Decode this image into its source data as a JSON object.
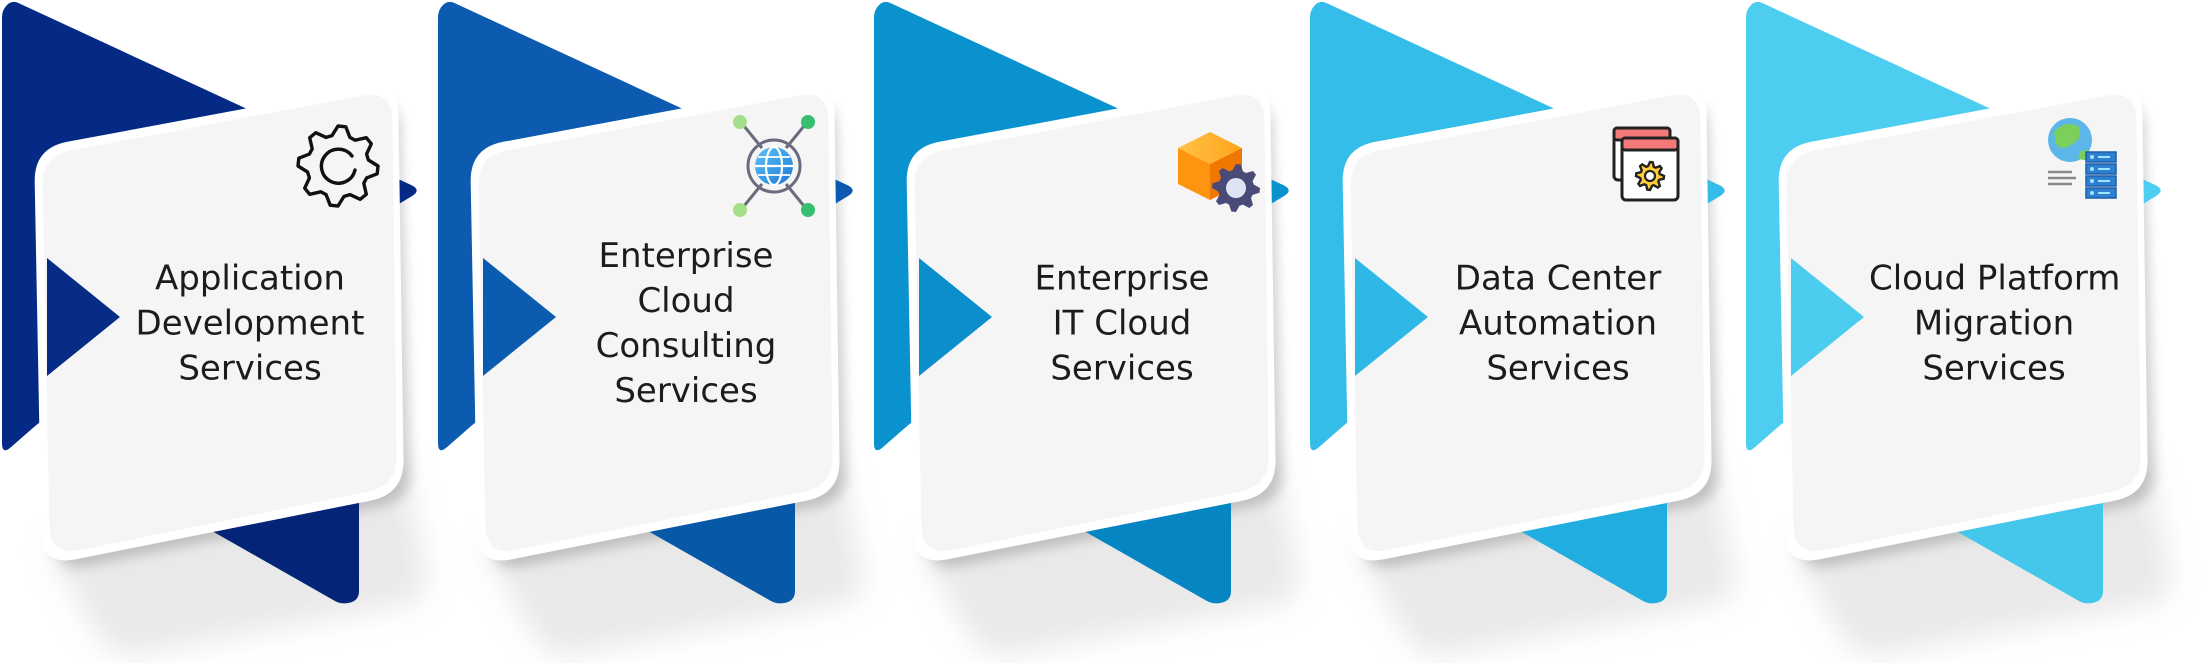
{
  "colors": {
    "card": "#f5f5f5",
    "card_edge": "#ffffff",
    "shadow": "#d8d8d8",
    "text": "#1c1c1c"
  },
  "cards": [
    {
      "lines": [
        "Application",
        "Development",
        "Services"
      ],
      "icon": "gear-icon",
      "color_top": "#052a86",
      "color_bottom": "#032477",
      "pointer": "#062c86"
    },
    {
      "lines": [
        "Enterprise",
        "Cloud",
        "Consulting",
        "Services"
      ],
      "icon": "globe-network-icon",
      "color_top": "#0c5bb1",
      "color_bottom": "#0858a8",
      "pointer": "#0b5cb0"
    },
    {
      "lines": [
        "Enterprise",
        "IT Cloud",
        "Services"
      ],
      "icon": "cube-gear-icon",
      "color_top": "#0a92cf",
      "color_bottom": "#0586c2",
      "pointer": "#0a8fcc"
    },
    {
      "lines": [
        "Data Center",
        "Automation",
        "Services"
      ],
      "icon": "browser-gear-icon",
      "color_top": "#34bde8",
      "color_bottom": "#22ade0",
      "pointer": "#2fb8e6"
    },
    {
      "lines": [
        "Cloud Platform",
        "Migration",
        "Services"
      ],
      "icon": "globe-server-icon",
      "color_top": "#4dcdef",
      "color_bottom": "#45c7ec",
      "pointer": "#4ccdef"
    }
  ]
}
